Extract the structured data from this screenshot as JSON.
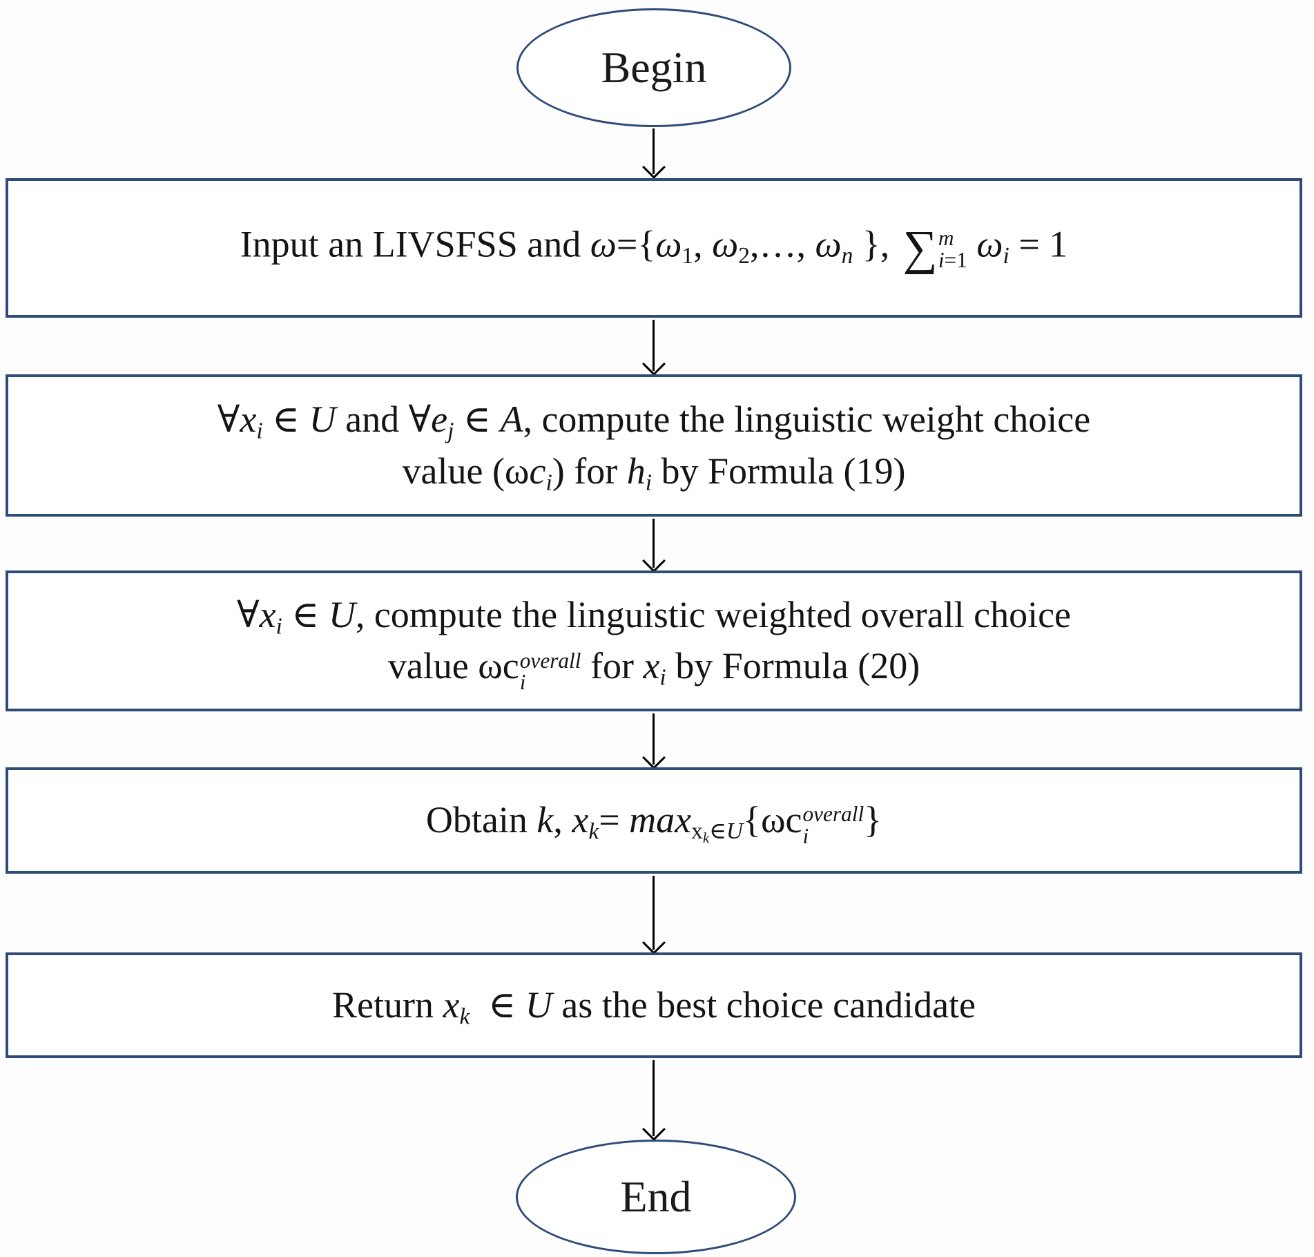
{
  "diagram": {
    "type": "flowchart",
    "accent_color": "#2F4B78",
    "text_color": "#141414",
    "background_color": "#fdfdfd",
    "nodes": [
      {
        "id": "begin",
        "type": "terminator",
        "label": "Begin"
      },
      {
        "id": "input-step",
        "type": "process",
        "text": "Input an LIVSFSS and ω={ω₁, ω₂,…, ωₙ }, ∑ᵢ₌₁ᵐ ωᵢ = 1",
        "html": "Input an LIVSFSS and <i>ω</i>={<i>ω</i><span class='sb'>1</span>, <i>ω</i><span class='sb'>2</span>,…, <i>ω</i><span class='sb'><i>n</i></span> }, <span class='sum'>∑</span><span class='ss'><span class='t'><i>m</i></span><span class='b'><i>i</i>=1</span></span> <i>ω</i><span class='sb'><i>i</i></span> = 1"
      },
      {
        "id": "weight-choice-step",
        "type": "process",
        "text": "∀xᵢ ∈ U and ∀eⱼ ∈ A, compute the linguistic weight choice value (ωcᵢ) for hᵢ by Formula (19)",
        "html": "∀<i>x</i><span class='sb'><i>i</i></span> ∈ <i>U</i> and ∀<i>e</i><span class='sb'><i>j</i></span> ∈ <i>A</i>, compute the linguistic weight choice<br>value (ω<i>c</i><span class='sb'><i>i</i></span>) for <i>h</i><span class='sb'><i>i</i></span> by Formula (19)"
      },
      {
        "id": "overall-choice-step",
        "type": "process",
        "text": "∀xᵢ ∈ U, compute the linguistic weighted overall choice value ωcᵢᵒᵛᵉʳᵃˡˡ for xᵢ by Formula (20)",
        "html": "∀<i>x</i><span class='sb'><i>i</i></span> ∈ <i>U</i>, compute the linguistic weighted overall choice<br>value ωc<span class='ss'><span class='t'><i>overall</i></span><span class='b'><i>i</i></span></span> for <i>x</i><span class='sb'><i>i</i></span> by Formula (20)"
      },
      {
        "id": "obtain-max-step",
        "type": "process",
        "text": "Obtain k, xₖ= maxₓₖ∈U{ωcᵢᵒᵛᵉʳᵃˡˡ}",
        "html": "Obtain <i>k</i>, <i>x</i><span class='sb'><i>k</i></span>= <i>max</i><span class='sb'>x<span class='sb'><i>k</i></span>∈<i>U</i></span>{ωc<span class='ss'><span class='t'><i>overall</i></span><span class='b'><i>i</i></span></span>}"
      },
      {
        "id": "return-step",
        "type": "process",
        "text": "Return xₖ  ∈ U as the best choice candidate",
        "html": "Return <i>x</i><span class='sb'><i>k</i></span>&nbsp; ∈ <i>U</i> as the best choice candidate"
      },
      {
        "id": "end",
        "type": "terminator",
        "label": "End"
      }
    ]
  }
}
